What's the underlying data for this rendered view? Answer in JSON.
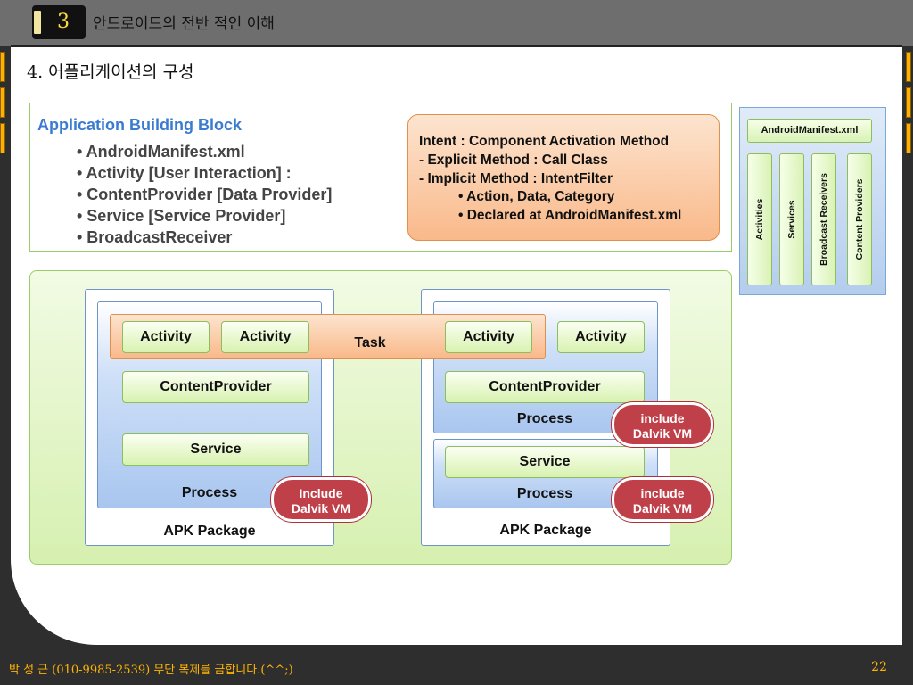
{
  "header": {
    "number": "3",
    "title": "안드로이드의 전반 적인 이해"
  },
  "subtitle": "4. 어플리케이션의 구성",
  "building_block": {
    "title": "Application Building Block",
    "items": [
      "• AndroidManifest.xml",
      "• Activity [User Interaction] :",
      "• ContentProvider [Data Provider]",
      "• Service [Service Provider]",
      "• BroadcastReceiver"
    ]
  },
  "intent": {
    "lines": [
      "Intent : Component Activation Method",
      "- Explicit Method : Call Class",
      "- Implicit Method : IntentFilter",
      "• Action, Data, Category",
      "• Declared at AndroidManifest.xml"
    ]
  },
  "manifest": {
    "title": "AndroidManifest.xml",
    "columns": [
      "Activities",
      "Services",
      "Broadcast Receivers",
      "Content Providers"
    ]
  },
  "diagram": {
    "task_label": "Task",
    "left_apk": {
      "label": "APK Package",
      "process_label": "Process",
      "activity_1": "Activity",
      "activity_2": "Activity",
      "content_provider": "ContentProvider",
      "service": "Service",
      "vm_line1": "Include",
      "vm_line2": "Dalvik VM"
    },
    "right_apk": {
      "label": "APK Package",
      "process_1_label": "Process",
      "process_2_label": "Process",
      "activity_1": "Activity",
      "activity_2": "Activity",
      "content_provider": "ContentProvider",
      "service": "Service",
      "vm1_line1": "include",
      "vm1_line2": "Dalvik VM",
      "vm2_line1": "include",
      "vm2_line2": "Dalvik VM"
    }
  },
  "footer": {
    "left": "박 성 근 (010-9985-2539)  무단 복제를 금합니다.(^^;)",
    "page": "22"
  },
  "colors": {
    "accent_orange": "#ffb400",
    "title_blue": "#3b7bd0",
    "vm_red": "#c0404a"
  }
}
